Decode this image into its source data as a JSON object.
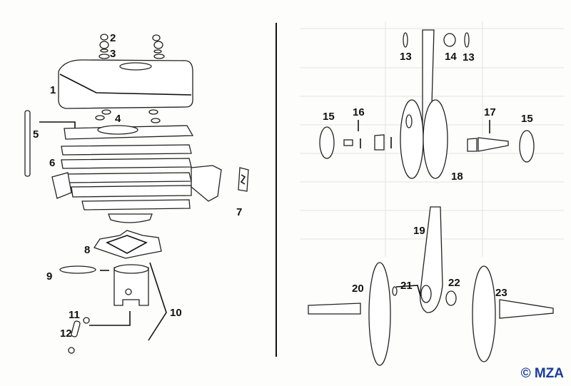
{
  "diagram": {
    "title": "Cylinder and crankshaft exploded view",
    "left_callouts": [
      "1",
      "2",
      "3",
      "4",
      "5",
      "6",
      "7",
      "8",
      "9",
      "10",
      "11",
      "12"
    ],
    "right_callouts": [
      "13",
      "14",
      "13",
      "15",
      "16",
      "17",
      "15",
      "18",
      "19",
      "20",
      "21",
      "22",
      "23"
    ],
    "copyright": "© MZA",
    "colors": {
      "ink": "#111111",
      "copyright": "#1b3c9c",
      "paper": "#fdfdfb"
    }
  }
}
